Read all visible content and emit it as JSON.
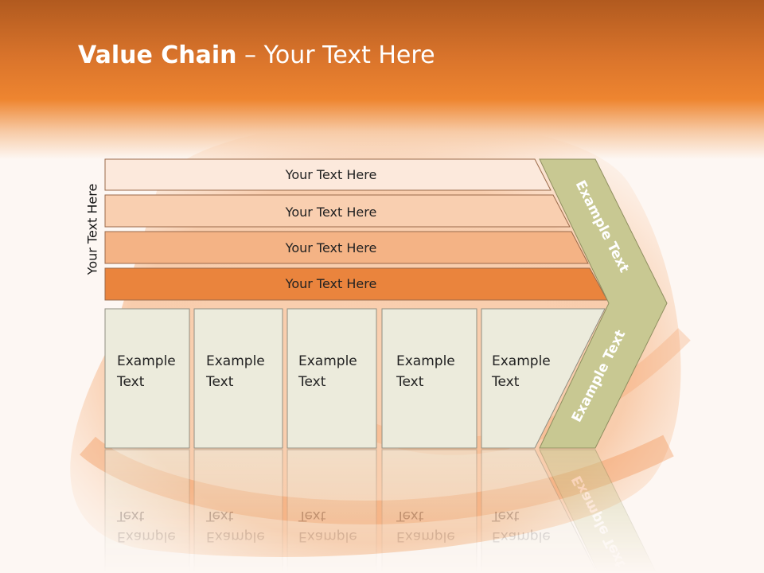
{
  "slide": {
    "title_bold": "Value Chain",
    "title_rest": " – Your Text Here",
    "side_label": "Your Text Here",
    "bars": [
      {
        "label": "Your Text Here",
        "color": "#fce9dc"
      },
      {
        "label": "Your Text Here",
        "color": "#f9cfb0"
      },
      {
        "label": "Your Text Here",
        "color": "#f4b385"
      },
      {
        "label": "Your Text Here",
        "color": "#ea843d"
      }
    ],
    "boxes": [
      {
        "line1": "Example",
        "line2": "Text"
      },
      {
        "line1": "Example",
        "line2": "Text"
      },
      {
        "line1": "Example",
        "line2": "Text"
      },
      {
        "line1": "Example",
        "line2": "Text"
      },
      {
        "line1": "Example",
        "line2": "Text"
      }
    ],
    "chevron_top_label": "Example Text",
    "chevron_bottom_label": "Example Text",
    "colors": {
      "box_fill": "#ecebdc",
      "box_stroke": "#8f8f82",
      "chevron_fill": "#c8c892",
      "bar_stroke": "#9a6a4a",
      "accent": "#e8812f"
    }
  }
}
